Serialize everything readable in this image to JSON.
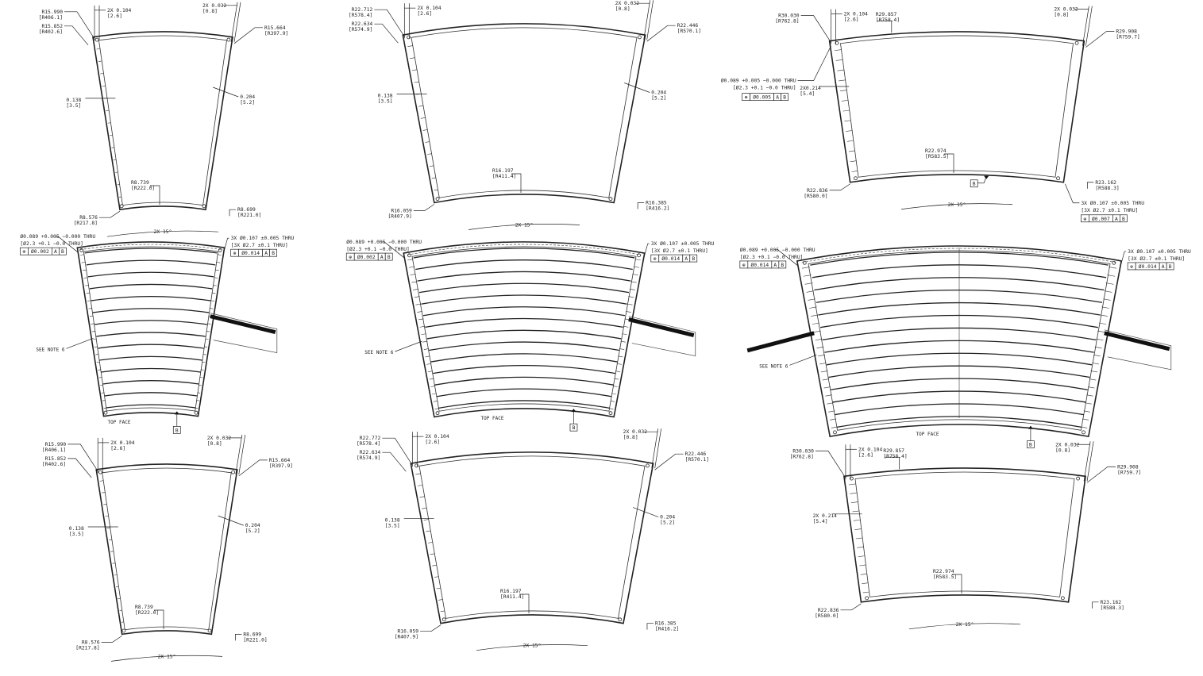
{
  "panels": [
    {
      "name": "small-blank-top",
      "type": "blank",
      "dims": {
        "tl": [
          "R15.990",
          "[R406.1]"
        ],
        "tl2": [
          "R15.852",
          "[R402.6]"
        ],
        "w1": [
          "2X 0.104",
          "[2.6]"
        ],
        "w2": [
          "2X 0.032",
          "[0.8]"
        ],
        "tr": [
          "R15.664",
          "[R397.9]"
        ],
        "side": [
          "0.204",
          "[5.2]"
        ],
        "left": [
          "0.138",
          "[3.5]"
        ],
        "bot1": [
          "R8.739",
          "[R222.0]"
        ],
        "bot2": [
          "R8.699",
          "[R221.0]"
        ],
        "bl": [
          "R8.576",
          "[R217.8]"
        ],
        "angle": "2X 15°"
      }
    },
    {
      "name": "medium-blank-top",
      "type": "blank",
      "dims": {
        "tl": [
          "R22.712",
          "[R578.4]"
        ],
        "tl2": [
          "R22.634",
          "[R574.9]"
        ],
        "w1": [
          "2X 0.104",
          "[2.6]"
        ],
        "w2": [
          "2X 0.032",
          "[0.8]"
        ],
        "tr": [
          "R22.446",
          "[R570.1]"
        ],
        "side": [
          "0.204",
          "[5.2]"
        ],
        "left": [
          "0.138",
          "[3.5]"
        ],
        "bot1": [
          "R16.197",
          "[R411.4]"
        ],
        "bot2": [
          "R16.385",
          "[R416.2]"
        ],
        "bl": [
          "R16.059",
          "[R407.9]"
        ],
        "angle": "2X 15°"
      }
    },
    {
      "name": "large-blank-top",
      "type": "blank",
      "dims": {
        "tl": [
          "R30.030",
          "[R762.8]"
        ],
        "arc": [
          "R29.857",
          "[R758.4]"
        ],
        "w1": [
          "2X 0.104",
          "[2.6]"
        ],
        "w2": [
          "2X 0.032",
          "[0.8]"
        ],
        "tr": [
          "R29.908",
          "[R759.7]"
        ],
        "left": [
          "2X0.214",
          "[5.4]"
        ],
        "bot1": [
          "R22.974",
          "[R583.5]"
        ],
        "bl": [
          "R22.836",
          "[R580.0]"
        ],
        "bot2": [
          "R23.162",
          "[R588.3]"
        ],
        "hole1": "Ø0.089 +0.005 −0.000 THRU",
        "hole1mm": "[Ø2.3 +0.1 −0.0 THRU]",
        "fcf1": [
          "⊕",
          "Ø0.005",
          "A",
          "B"
        ],
        "hole3": "3X Ø0.107 ±0.005 THRU",
        "hole3mm": "[3X Ø2.7 ±0.1 THRU]",
        "fcf3": [
          "⊕",
          "Ø0.007",
          "A",
          "B"
        ],
        "datum": "B",
        "angle": "2X 15°"
      }
    },
    {
      "name": "small-assembly",
      "type": "assembly",
      "dims": {
        "hole1": "Ø0.089 +0.005 −0.000 THRU",
        "hole1mm": "[Ø2.3 +0.1 −0.0 THRU]",
        "fcf1": [
          "⊕",
          "Ø0.002",
          "A",
          "B"
        ],
        "hole3": "3X Ø0.107 ±0.005 THRU",
        "hole3mm": "[3X Ø2.7 ±0.1 THRU]",
        "fcf3": [
          "⊕",
          "Ø0.014",
          "A",
          "B"
        ],
        "note": "SEE NOTE 6",
        "face": "TOP FACE",
        "datum": "B"
      }
    },
    {
      "name": "medium-assembly",
      "type": "assembly",
      "dims": {
        "hole1": "Ø0.089 +0.005 −0.000 THRU",
        "hole1mm": "[Ø2.3 +0.1 −0.0 THRU]",
        "fcf1": [
          "⊕",
          "Ø0.002",
          "A",
          "B"
        ],
        "hole3": "3X Ø0.107 ±0.005 THRU",
        "hole3mm": "[3X Ø2.7 ±0.1 THRU]",
        "fcf3": [
          "⊕",
          "Ø0.014",
          "A",
          "B"
        ],
        "note": "SEE NOTE 6",
        "face": "TOP FACE",
        "datum": "B"
      }
    },
    {
      "name": "large-assembly",
      "type": "assembly",
      "dims": {
        "hole1": "Ø0.089 +0.005 −0.000 THRU",
        "hole1mm": "[Ø2.3 +0.1 −0.0 THRU]",
        "fcf1": [
          "⊕",
          "Ø0.014",
          "A",
          "B"
        ],
        "hole3": "3X Ø0.107 ±0.005 THRU",
        "hole3mm": "[3X Ø2.7 ±0.1 THRU]",
        "fcf3": [
          "⊕",
          "Ø0.014",
          "A",
          "B"
        ],
        "note": "SEE NOTE 6",
        "face": "TOP FACE",
        "datum": "B"
      }
    },
    {
      "name": "small-blank-bottom",
      "type": "blank",
      "dims": {
        "tl": [
          "R15.990",
          "[R406.1]"
        ],
        "tl2": [
          "R15.852",
          "[R402.6]"
        ],
        "w1": [
          "2X 0.104",
          "[2.6]"
        ],
        "w2": [
          "2X 0.032",
          "[0.8]"
        ],
        "tr": [
          "R15.664",
          "[R397.9]"
        ],
        "side": [
          "0.204",
          "[5.2]"
        ],
        "left": [
          "0.138",
          "[3.5]"
        ],
        "bot1": [
          "R8.739",
          "[R222.0]"
        ],
        "bot2": [
          "R8.699",
          "[R221.0]"
        ],
        "bl": [
          "R8.576",
          "[R217.8]"
        ],
        "angle": "2X 15°"
      }
    },
    {
      "name": "medium-blank-bottom",
      "type": "blank",
      "dims": {
        "tl": [
          "R22.772",
          "[R578.4]"
        ],
        "tl2": [
          "R22.634",
          "[R574.9]"
        ],
        "w1": [
          "2X 0.104",
          "[2.6]"
        ],
        "w2": [
          "2X 0.032",
          "[0.8]"
        ],
        "tr": [
          "R22.446",
          "[R570.1]"
        ],
        "side": [
          "0.204",
          "[5.2]"
        ],
        "left": [
          "0.138",
          "[3.5]"
        ],
        "bot1": [
          "R16.197",
          "[R411.4]"
        ],
        "bot2": [
          "R16.385",
          "[R416.2]"
        ],
        "bl": [
          "R16.059",
          "[R407.9]"
        ],
        "angle": "2X 15°"
      }
    },
    {
      "name": "large-blank-bottom",
      "type": "blank",
      "dims": {
        "tl": [
          "R30.030",
          "[R762.8]"
        ],
        "arc": [
          "R29.857",
          "[R758.4]"
        ],
        "w1": [
          "2X 0.104",
          "[2.6]"
        ],
        "w2": [
          "2X 0.032",
          "[0.8]"
        ],
        "tr": [
          "R29.908",
          "[R759.7]"
        ],
        "left": [
          "2X 0.214",
          "[5.4]"
        ],
        "bot1": [
          "R22.974",
          "[R583.5]"
        ],
        "bl": [
          "R22.836",
          "[R580.0]"
        ],
        "bot2": [
          "R23.162",
          "[R588.3]"
        ],
        "angle": "2X 15°"
      }
    }
  ]
}
